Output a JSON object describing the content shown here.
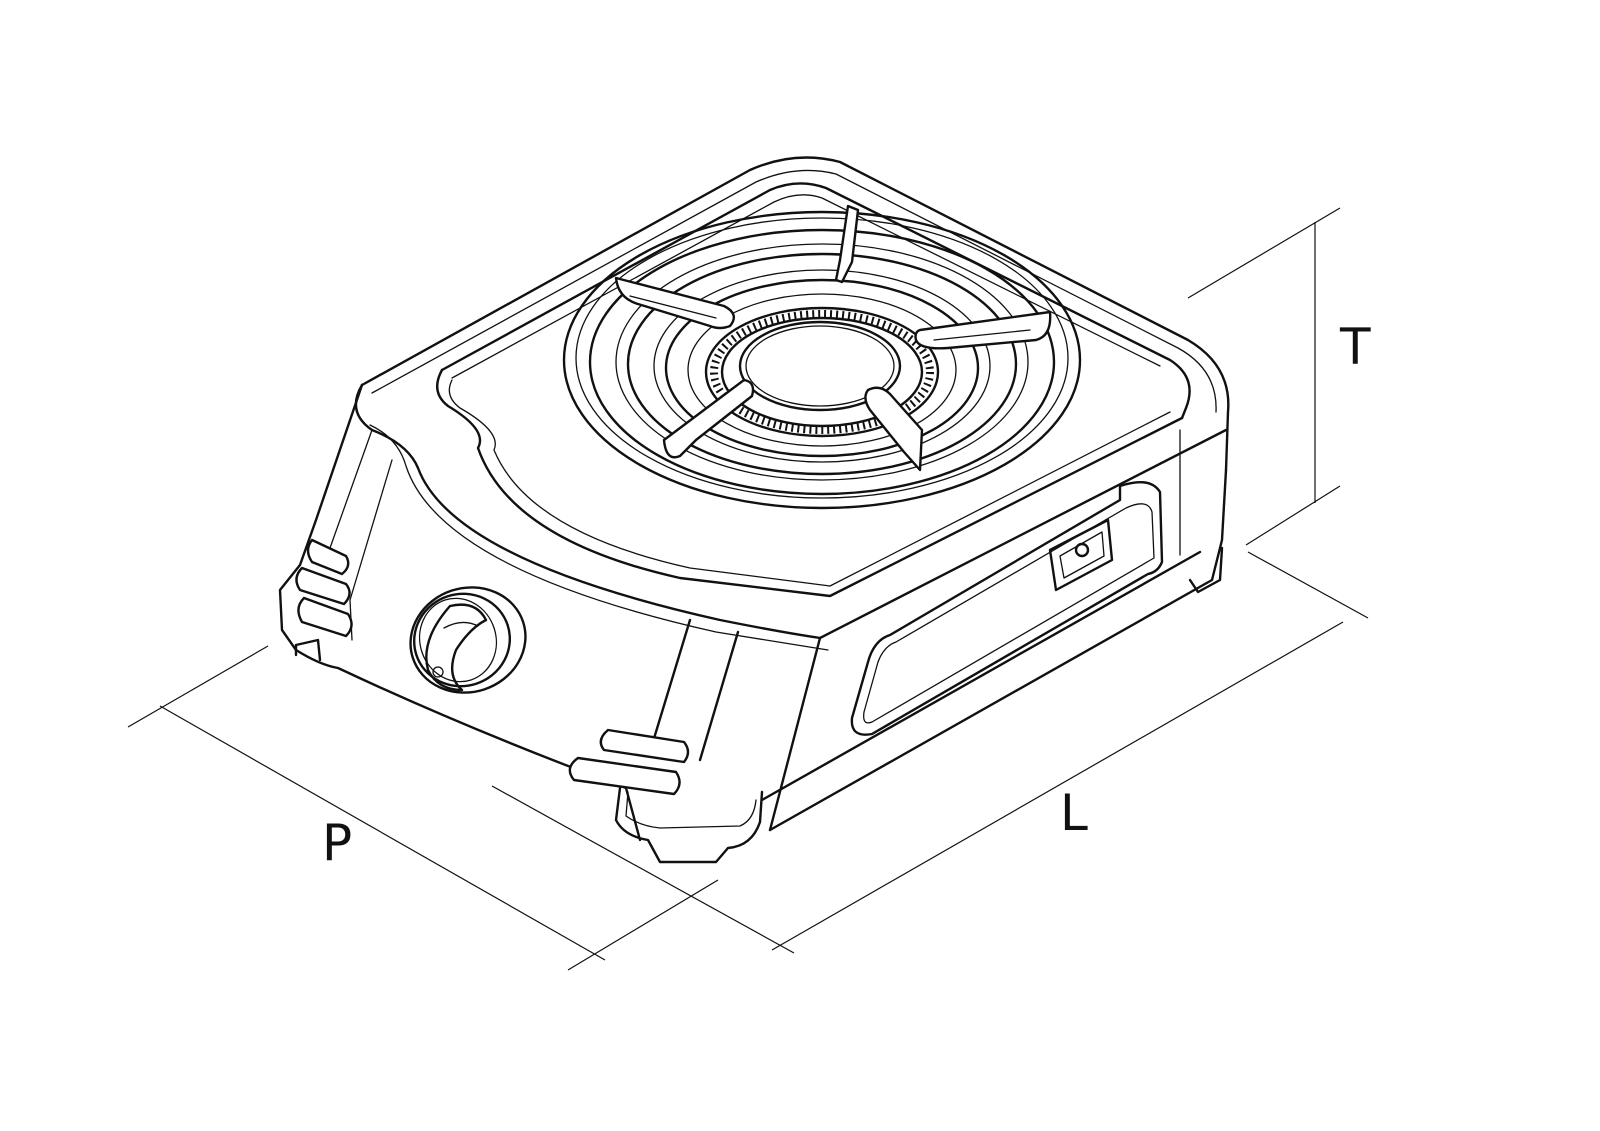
{
  "dimensions": {
    "height_label": "T",
    "length_label": "L",
    "depth_label": "P"
  }
}
